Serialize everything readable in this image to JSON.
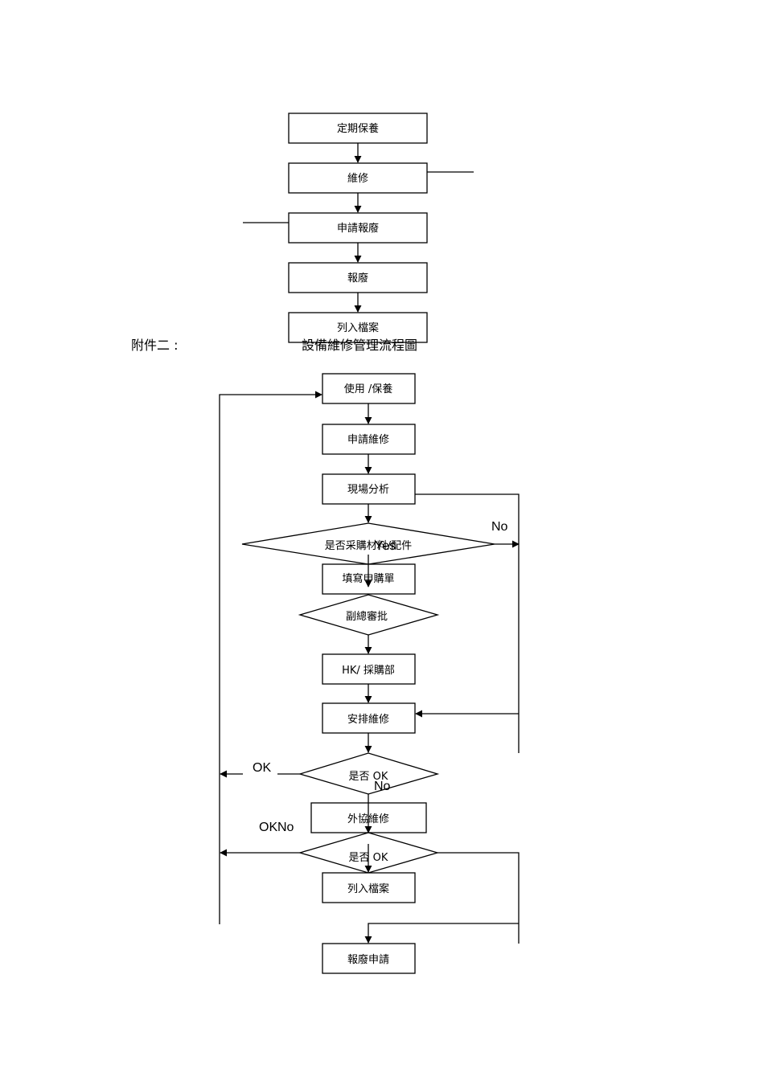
{
  "header": {
    "annex_label": "附件二 :",
    "flow_title": "設備維修管理流程圖"
  },
  "flow1": {
    "steps": [
      "定期保養",
      "維修",
      "申請報廢",
      "報廢",
      "列入檔案"
    ]
  },
  "flow2": {
    "use_maintain": "使用 /保養",
    "apply_repair": "申請維修",
    "site_analysis": "現場分析",
    "purchase_decision": "是否采購材料/配件",
    "fill_requisition": "填寫申購單",
    "vp_approval": "副總審批",
    "hk_purchasing": "HK/ 採購部",
    "arrange_repair": "安排維修",
    "is_ok_1": "是否 OK",
    "outsource_repair": "外協維修",
    "is_ok_2": "是否 OK",
    "file_record": "列入檔案",
    "scrap_request": "報廢申請"
  },
  "edge_labels": {
    "no_right": "No",
    "yes_down": "Yes",
    "ok_left_1": "OK",
    "no_down_1": "No",
    "ok_left_2": "OK",
    "no_left_2": "No"
  },
  "icons": [
    "arrow-head-icon"
  ]
}
